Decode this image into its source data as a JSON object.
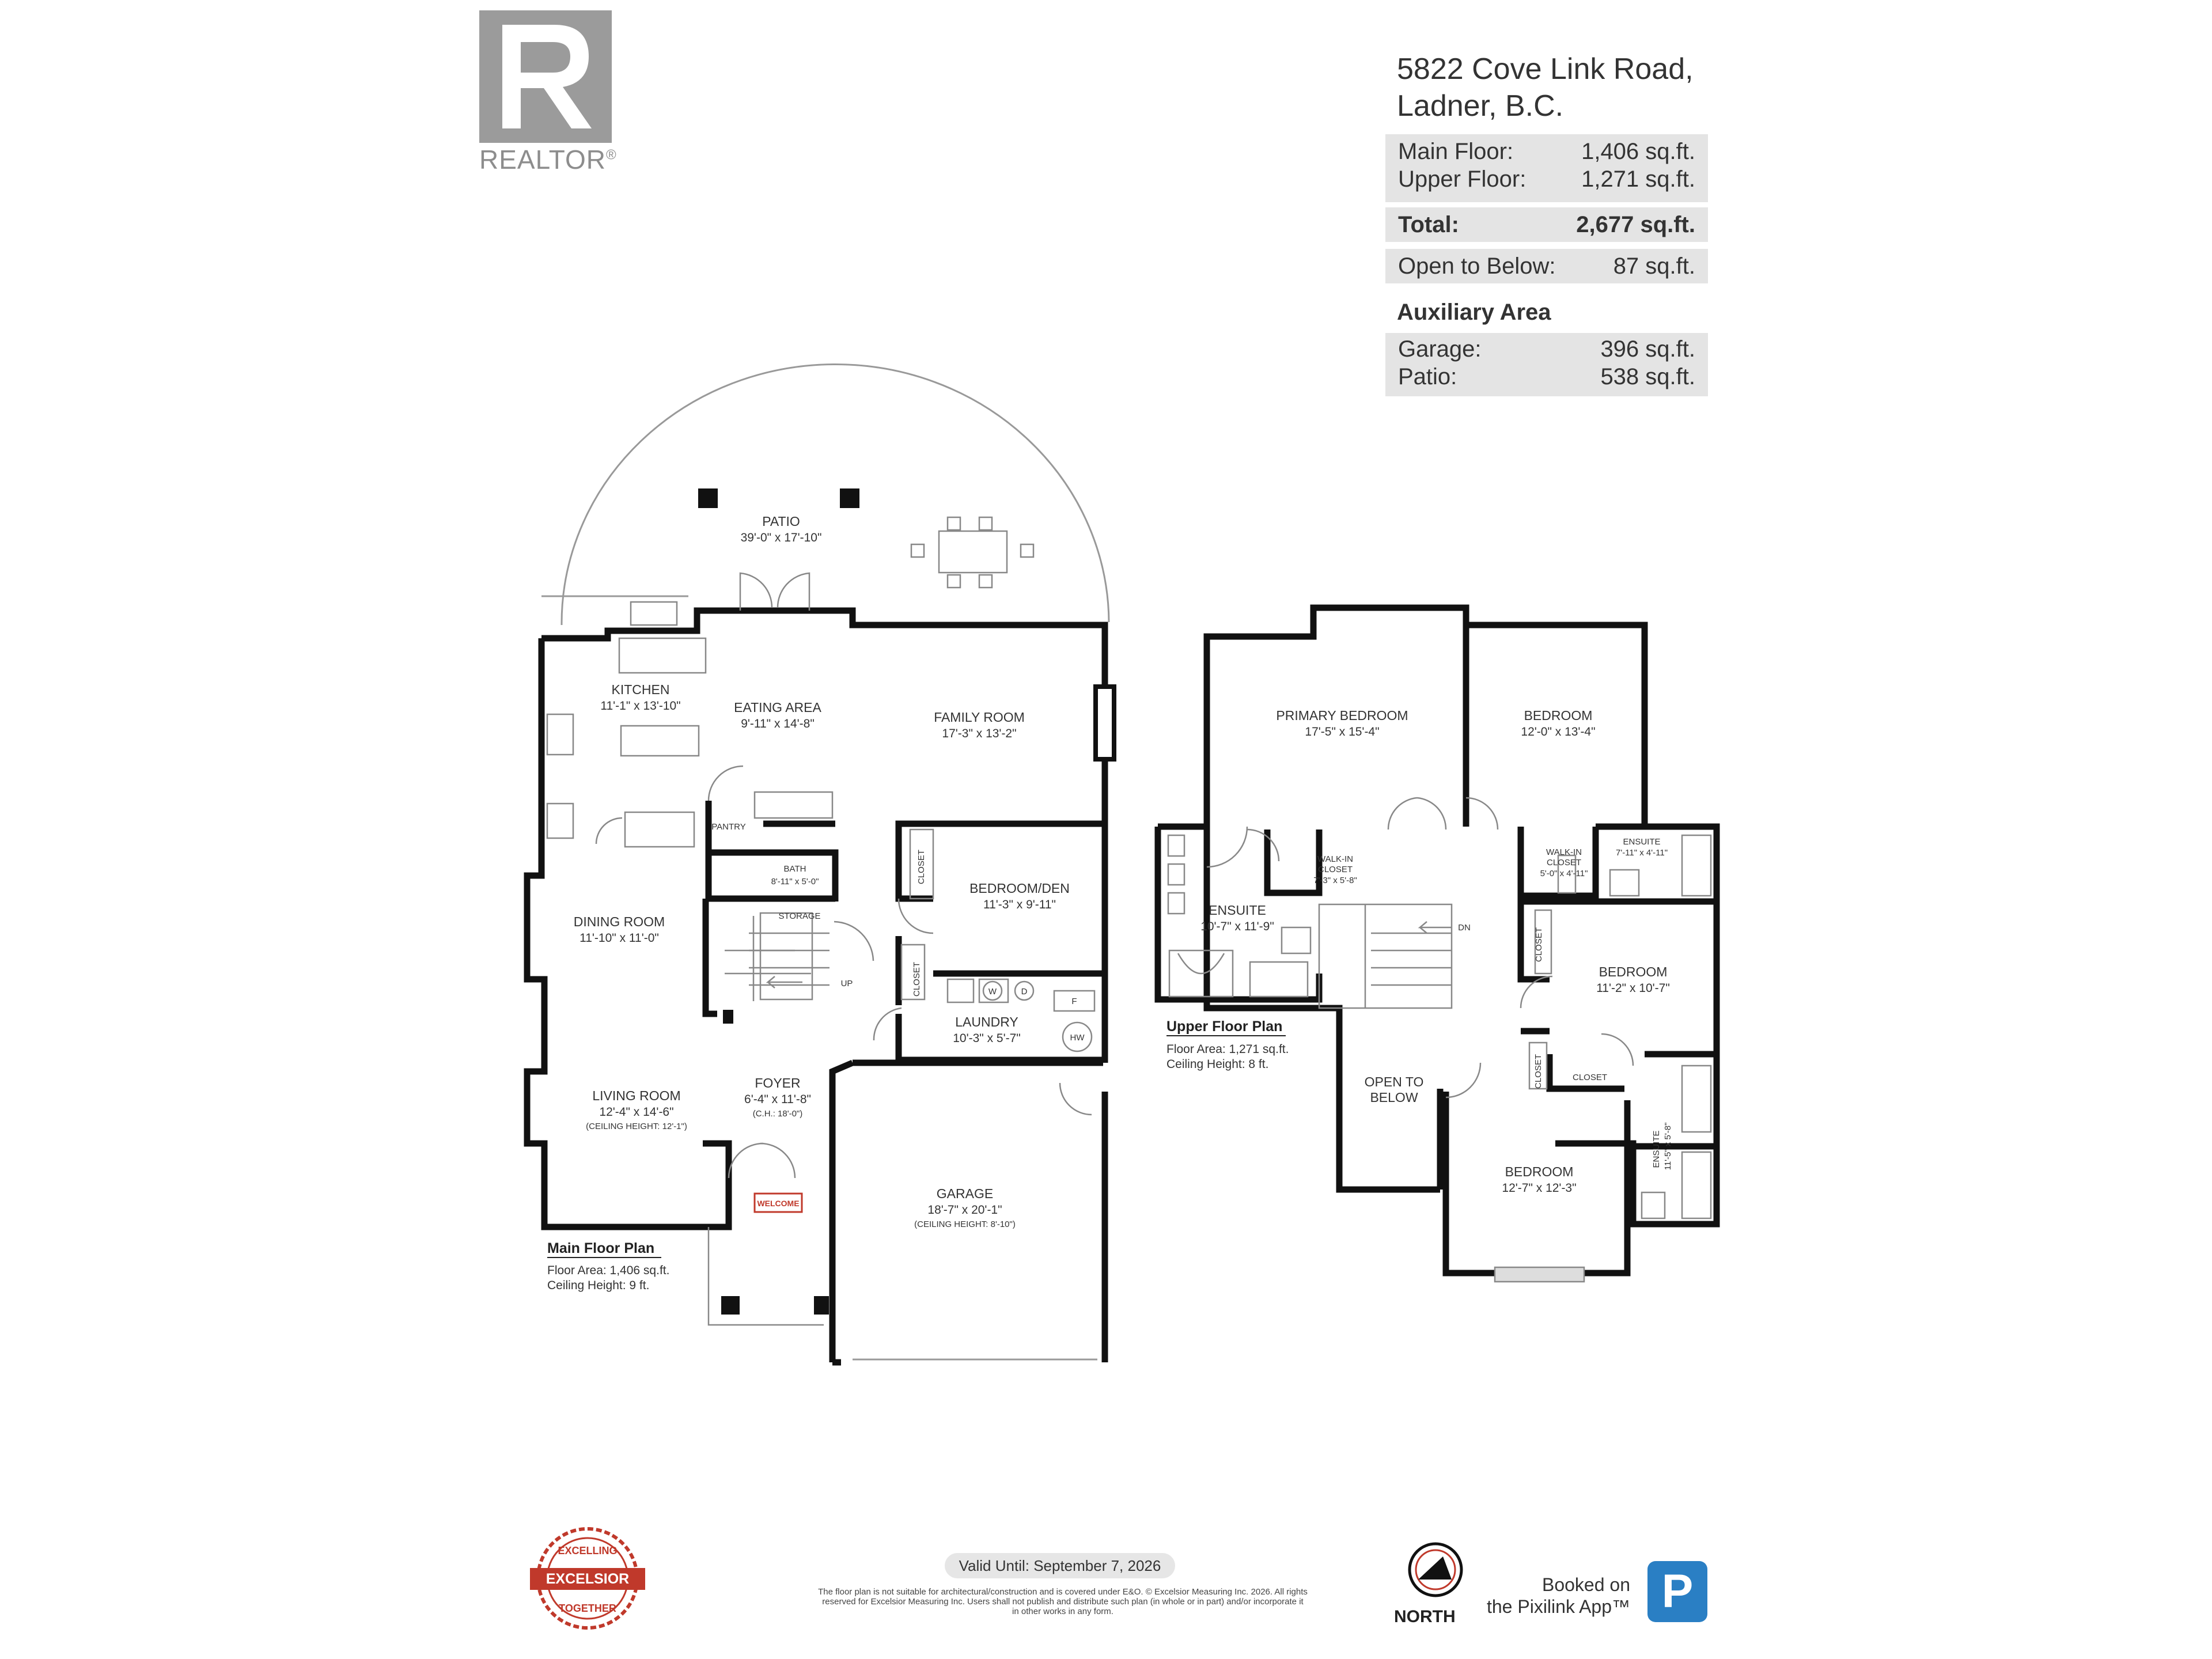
{
  "header": {
    "address_line1": "5822 Cove Link Road,",
    "address_line2": "Ladner, B.C."
  },
  "areas": {
    "main_floor_label": "Main Floor:",
    "main_floor_value": "1,406 sq.ft.",
    "upper_floor_label": "Upper Floor:",
    "upper_floor_value": "1,271 sq.ft.",
    "total_label": "Total:",
    "total_value": "2,677 sq.ft.",
    "open_label": "Open to Below:",
    "open_value": "87 sq.ft.",
    "aux_title": "Auxiliary Area",
    "garage_label": "Garage:",
    "garage_value": "396 sq.ft.",
    "patio_label": "Patio:",
    "patio_value": "538 sq.ft."
  },
  "logos": {
    "realtor": "REALTOR",
    "realtor_mark": "®",
    "excelsior_top": "EXCELLING",
    "excelsior_name": "EXCELSIOR",
    "excelsior_bottom": "TOGETHER",
    "pixilink_letter": "P"
  },
  "main_floor": {
    "title": "Main Floor Plan",
    "area": "Floor Area: 1,406 sq.ft.",
    "ceiling": "Ceiling Height: 9 ft.",
    "rooms": {
      "patio_name": "PATIO",
      "patio_dim": "39'-0\" x 17'-10\"",
      "kitchen_name": "KITCHEN",
      "kitchen_dim": "11'-1\" x 13'-10\"",
      "eating_name": "EATING AREA",
      "eating_dim": "9'-11\" x 14'-8\"",
      "family_name": "FAMILY ROOM",
      "family_dim": "17'-3\" x 13'-2\"",
      "pantry": "PANTRY",
      "bath_name": "BATH",
      "bath_dim": "8'-11\" x 5'-0\"",
      "storage": "STORAGE",
      "closet_a": "CLOSET",
      "closet_b": "CLOSET",
      "bedroom_den_name": "BEDROOM/DEN",
      "bedroom_den_dim": "11'-3\" x 9'-11\"",
      "dining_name": "DINING ROOM",
      "dining_dim": "11'-10\" x 11'-0\"",
      "up": "UP",
      "w": "W",
      "d": "D",
      "f": "F",
      "hw": "HW",
      "laundry_name": "LAUNDRY",
      "laundry_dim": "10'-3\" x 5'-7\"",
      "living_name": "LIVING ROOM",
      "living_dim": "12'-4\" x 14'-6\"",
      "living_ch": "(CEILING HEIGHT: 12'-1\")",
      "foyer_name": "FOYER",
      "foyer_dim": "6'-4\" x 11'-8\"",
      "foyer_ch": "(C.H.: 18'-0\")",
      "welcome": "WELCOME",
      "garage_name": "GARAGE",
      "garage_dim": "18'-7\" x 20'-1\"",
      "garage_ch": "(CEILING HEIGHT: 8'-10\")"
    }
  },
  "upper_floor": {
    "title": "Upper Floor Plan",
    "area": "Floor Area: 1,271 sq.ft.",
    "ceiling": "Ceiling Height: 8 ft.",
    "rooms": {
      "primary_name": "PRIMARY BEDROOM",
      "primary_dim": "17'-5\" x 15'-4\"",
      "bed1_name": "BEDROOM",
      "bed1_dim": "12'-0\" x 13'-4\"",
      "wic1_name": "WALK-IN",
      "wic1_name2": "CLOSET",
      "wic1_dim": "7'-3\" x 5'-8\"",
      "wic2_name": "WALK-IN",
      "wic2_name2": "CLOSET",
      "wic2_dim": "5'-0\" x 4'-11\"",
      "ens1_name": "ENSUITE",
      "ens1_dim": "7'-11\" x 4'-11\"",
      "ens_primary_name": "ENSUITE",
      "ens_primary_dim": "10'-7\" x 11'-9\"",
      "dn": "DN",
      "closet_a": "CLOSET",
      "bed2_name": "BEDROOM",
      "bed2_dim": "11'-2\" x 10'-7\"",
      "open_name": "OPEN TO",
      "open_name2": "BELOW",
      "closet_b": "CLOSET",
      "closet_c": "CLOSET",
      "ens3_name": "ENSUITE",
      "ens3_dim": "11'-5\" x 5'-8\"",
      "bed3_name": "BEDROOM",
      "bed3_dim": "12'-7\" x 12'-3\""
    }
  },
  "footer": {
    "valid": "Valid Until: September 7, 2026",
    "disclaimer": "The floor plan is not suitable for architectural/construction and is covered under E&O. © Excelsior Measuring Inc. 2026. All rights reserved for Excelsior Measuring Inc. Users shall not publish and distribute such plan (in whole or in part) and/or incorporate it in other works in any form.",
    "north": "NORTH",
    "booked_line1": "Booked on",
    "booked_line2": "the Pixilink App™"
  }
}
